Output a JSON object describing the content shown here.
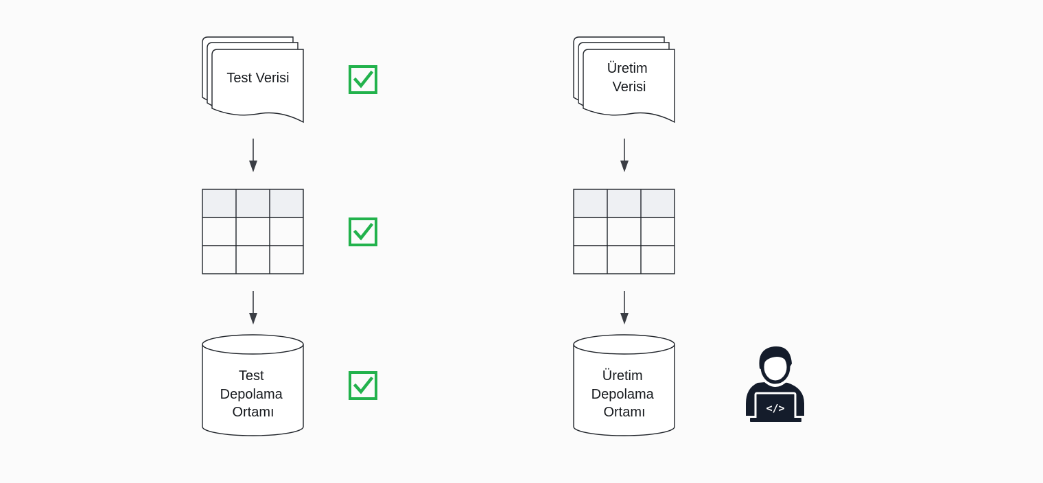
{
  "test_column": {
    "document_label_lines": [
      "Test Verisi"
    ],
    "database_label_lines": [
      "Test",
      "Depolama",
      "Ortamı"
    ]
  },
  "production_column": {
    "document_label_lines": [
      "Üretim",
      "Verisi"
    ],
    "database_label_lines": [
      "Üretim",
      "Depolama",
      "Ortamı"
    ]
  },
  "icons": {
    "check": "green-check-icon",
    "developer": "developer-at-laptop-icon",
    "laptop_code_glyph": "</>"
  },
  "colors": {
    "check_green": "#22b24c",
    "outline": "#1f2329",
    "table_header_fill": "#eef0f3",
    "developer_icon": "#141c2b"
  }
}
